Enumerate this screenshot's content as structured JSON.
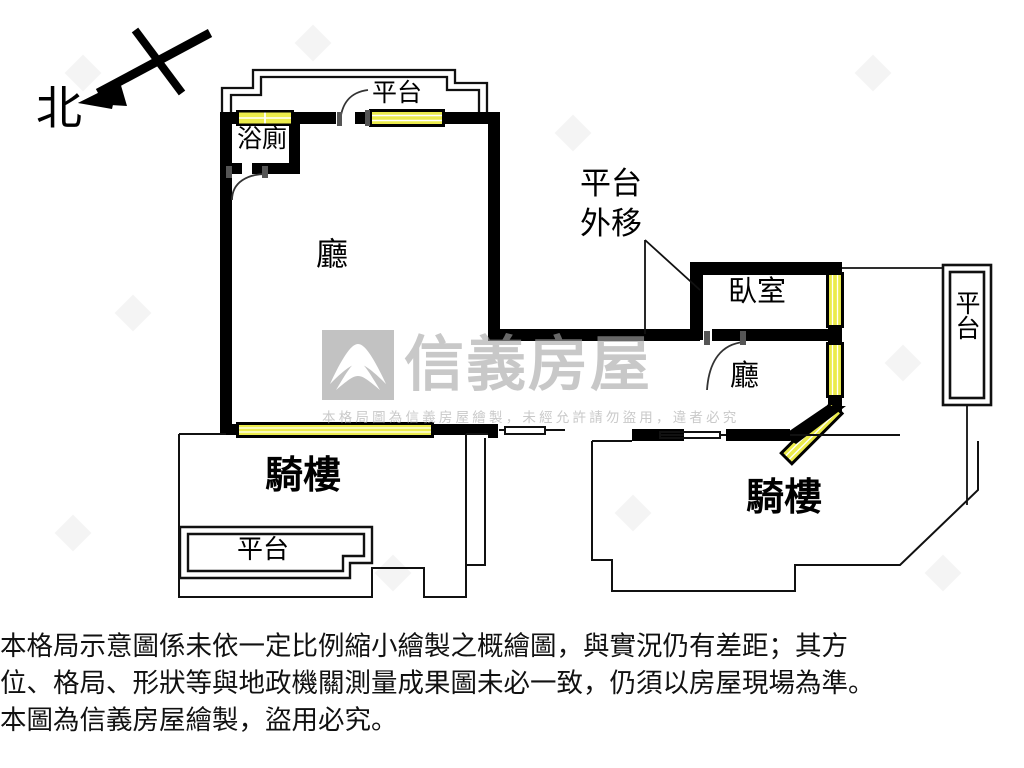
{
  "compass": {
    "label": "北",
    "name": "north-indicator"
  },
  "left_unit": {
    "rooms": [
      {
        "key": "bath",
        "label": "浴廁"
      },
      {
        "key": "balcony",
        "label": "平台"
      },
      {
        "key": "hall",
        "label": "廳"
      }
    ],
    "arcade_label": "騎樓",
    "lower_balcony_label": "平台"
  },
  "right_unit": {
    "annotation": {
      "line1": "平台",
      "line2": "外移"
    },
    "rooms": [
      {
        "key": "bedroom",
        "label": "臥室"
      },
      {
        "key": "hall",
        "label": "廳"
      }
    ],
    "arcade_label": "騎樓",
    "side_balcony_label": "平台"
  },
  "watermark": {
    "brand": "信義房屋",
    "notice": "本格局圖為信義房屋繪製，未經允許請勿盜用，違者必究"
  },
  "disclaimer": {
    "line1": "本格局示意圖係未依一定比例縮小繪製之概繪圖，與實況仍有差距；其方",
    "line2": "位、格局、形狀等與地政機關測量成果圖未必一致，仍須以房屋現場為準。",
    "line3": "本圖為信義房屋繪製，盜用必究。"
  },
  "colors": {
    "wall": "#000000",
    "window_fill": "#ebeb4b",
    "thin_line": "#1a1a1a",
    "watermark_gray": "#a8a8a8",
    "background": "#ffffff"
  }
}
